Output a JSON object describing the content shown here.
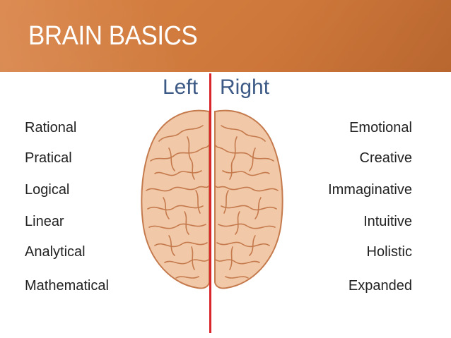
{
  "slide": {
    "title": "BRAIN BASICS"
  },
  "hemispheres": {
    "left_label": "Left",
    "right_label": "Right"
  },
  "left_traits": [
    "Rational",
    "Pratical",
    "Logical",
    "Linear",
    "Analytical",
    "Mathematical"
  ],
  "right_traits": [
    "Emotional",
    "Creative",
    "Immaginative",
    "Intuitive",
    "Holistic",
    "Expanded"
  ],
  "colors": {
    "header": "#d07a3d",
    "title_text": "#ffffff",
    "hemisphere_label": "#3c5a85",
    "divider": "#d9262b",
    "trait_text": "#222222",
    "brain_fill": "#f1c9a8",
    "brain_line": "#c57a4d"
  },
  "icons": {
    "brain": "brain-top-view"
  }
}
